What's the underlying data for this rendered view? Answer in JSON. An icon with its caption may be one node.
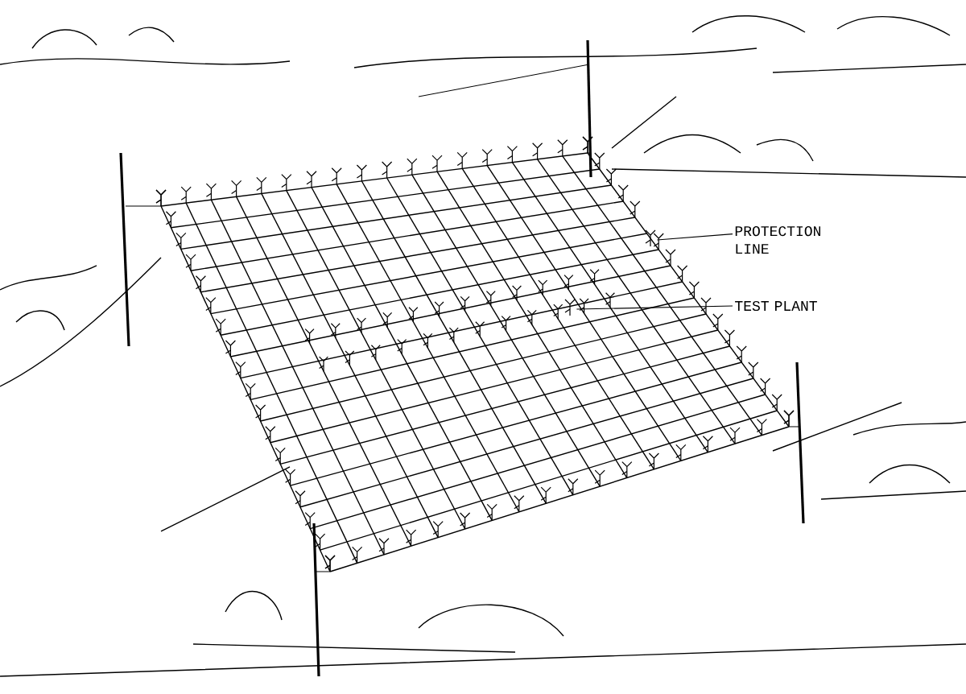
{
  "diagram": {
    "nodes": [
      {
        "text": [
          "PROTECTION LINE"
        ]
      },
      {
        "text": [
          "TEST PLANT"
        ]
      },
      {
        "text": [],
        "shape": "picture"
      },
      {
        "text": [],
        "shape": "picture"
      }
    ],
    "edges": [
      {
        "from": 0,
        "to": 2,
        "arrow": "none"
      },
      {
        "from": 1,
        "to": 3,
        "arrow": "none"
      }
    ]
  }
}
